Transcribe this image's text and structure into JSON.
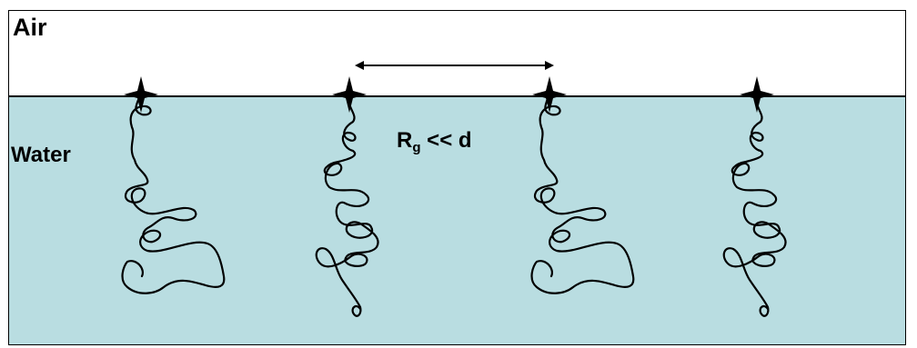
{
  "labels": {
    "air": "Air",
    "water": "Water",
    "rg_main": "R",
    "rg_sub": "g",
    "rg_rest": " << d"
  },
  "colors": {
    "water": "#b9dde1",
    "air": "#ffffff",
    "line": "#000000"
  },
  "chains": [
    {
      "name": "polymer-chain-1"
    },
    {
      "name": "polymer-chain-2"
    },
    {
      "name": "polymer-chain-3"
    },
    {
      "name": "polymer-chain-4"
    }
  ]
}
